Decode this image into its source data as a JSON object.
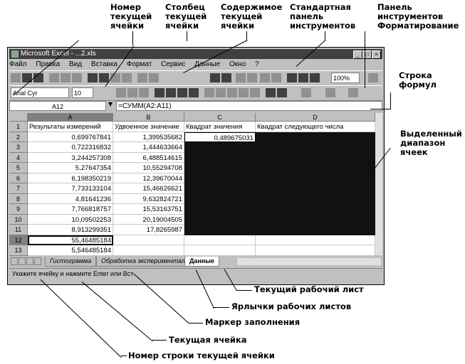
{
  "annotations": {
    "cell_number": "Номер\nтекущей\nячейки",
    "current_column": "Столбец\nтекущей\nячейки",
    "cell_content": "Содержимое\nтекущей\nячейки",
    "standard_toolbar": "Стандартная\nпанель\nинструментов",
    "formatting_toolbar": "Панель\nинструментов\nФорматирование",
    "formula_bar": "Строка\nформул",
    "selected_range": "Выделенный\nдиапазон\nячеек",
    "current_sheet": "Текущий рабочий лист",
    "sheet_tabs": "Ярлычки рабочих листов",
    "fill_handle": "Маркер заполнения",
    "current_cell": "Текущая ячейка",
    "row_number": "Номер строки текущей ячейки"
  },
  "window": {
    "title": "Microsoft Excel - ...2.xls",
    "menu": [
      "Файл",
      "Правка",
      "Вид",
      "Вставка",
      "Формат",
      "Сервис",
      "Данные",
      "Окно",
      "?"
    ],
    "font_name": "Arial Cyr",
    "font_size": "10",
    "zoom": "100%",
    "name_box": "A12",
    "formula": "=СУММ(A2:A11)"
  },
  "grid": {
    "columns": [
      "A",
      "B",
      "C",
      "D"
    ],
    "rows": [
      "1",
      "2",
      "3",
      "4",
      "5",
      "6",
      "7",
      "8",
      "9",
      "10",
      "11",
      "12",
      "13"
    ],
    "headers": [
      "Результаты измерений",
      "Удвоенное значение",
      "Квадрат значения",
      "Квадрат следующего числа"
    ],
    "col_a": [
      "0,699767841",
      "0,722316832",
      "3,244257308",
      "5,27647354",
      "6,198350219",
      "7,733133104",
      "4,81641236",
      "7,766818757",
      "10,09502253",
      "8,913299351",
      "55,46485184",
      "5,546485184"
    ],
    "col_b": [
      "1,399535682",
      "1,444633664",
      "6,488514615",
      "10,55294708",
      "12,39670044",
      "15,46626621",
      "9,632824721",
      "15,53163751",
      "20,19004505",
      "17,8265987"
    ],
    "c2": "0,489675031"
  },
  "sheets": {
    "tabs": [
      "Гистограмма",
      "Обработка экспериментальных",
      "Данные"
    ],
    "active": "Данные"
  },
  "status": "Укажите ячейку и нажмите Enter или Вст"
}
